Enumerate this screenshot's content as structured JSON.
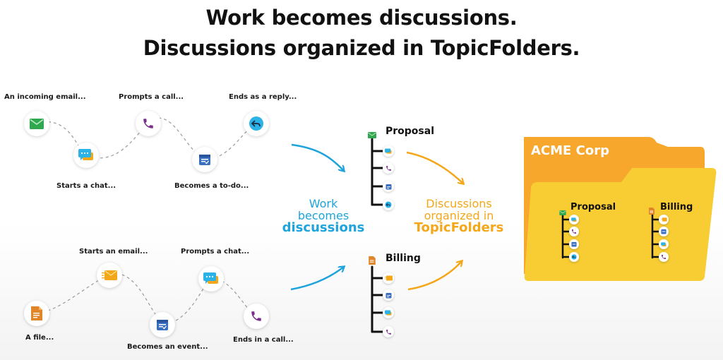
{
  "headline": {
    "line1": "Work becomes discussions.",
    "line2": "Discussions organized in TopicFolders."
  },
  "flow_top": {
    "steps": [
      {
        "label": "An incoming email...",
        "icon": "email-icon"
      },
      {
        "label": "Starts a chat...",
        "icon": "chat-icon"
      },
      {
        "label": "Prompts a call...",
        "icon": "phone-icon"
      },
      {
        "label": "Becomes a to-do...",
        "icon": "calendar-icon"
      },
      {
        "label": "Ends as a reply...",
        "icon": "reply-icon"
      }
    ]
  },
  "flow_bottom": {
    "steps": [
      {
        "label": "A file...",
        "icon": "file-icon"
      },
      {
        "label": "Starts an email...",
        "icon": "email-icon"
      },
      {
        "label": "Becomes an event...",
        "icon": "calendar-icon"
      },
      {
        "label": "Prompts a chat...",
        "icon": "chat-icon"
      },
      {
        "label": "Ends in a call...",
        "icon": "phone-icon"
      }
    ]
  },
  "middle": {
    "work_line1": "Work",
    "work_line2": "becomes",
    "work_line3": "discussions",
    "org_line1": "Discussions",
    "org_line2": "organized in",
    "org_line3": "TopicFolders"
  },
  "topics": {
    "proposal": {
      "title": "Proposal",
      "icons": [
        "email-icon",
        "chat-icon",
        "phone-icon",
        "calendar-icon",
        "reply-icon"
      ]
    },
    "billing": {
      "title": "Billing",
      "icons": [
        "file-icon",
        "email-icon",
        "calendar-icon",
        "chat-icon",
        "phone-icon"
      ]
    }
  },
  "folder": {
    "name": "ACME Corp",
    "left_title": "Proposal",
    "right_title": "Billing"
  },
  "colors": {
    "blue": "#1ea4dd",
    "orange": "#f5a71a",
    "folder_back": "#f7a72c",
    "folder_front": "#f7cd33",
    "email_green": "#2fa84f",
    "phone_purple": "#7b2d8e",
    "calendar_blue": "#3a6fbf",
    "chat_blue": "#2bb3e8"
  }
}
